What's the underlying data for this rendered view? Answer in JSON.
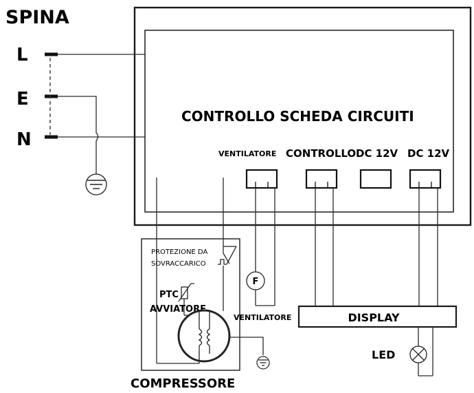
{
  "plug": {
    "title": "SPINA",
    "live": "L",
    "earth": "E",
    "neutral": "N"
  },
  "board": {
    "title": "CONTROLLO SCHEDA CIRCUITI",
    "ports": [
      {
        "label": "VENTILATORE"
      },
      {
        "label": "CONTROLLO"
      },
      {
        "label": "DC 12V"
      },
      {
        "label": "DC 12V"
      }
    ]
  },
  "compressor": {
    "title": "COMPRESSORE",
    "overload_line1": "PROTEZIONE DA",
    "overload_line2": "SOVRACCARICO",
    "ptc": "PTC",
    "starter": "AVVIATORE"
  },
  "fan": {
    "symbol": "F",
    "label": "VENTILATORE"
  },
  "display": {
    "label": "DISPLAY"
  },
  "led": {
    "label": "LED"
  }
}
